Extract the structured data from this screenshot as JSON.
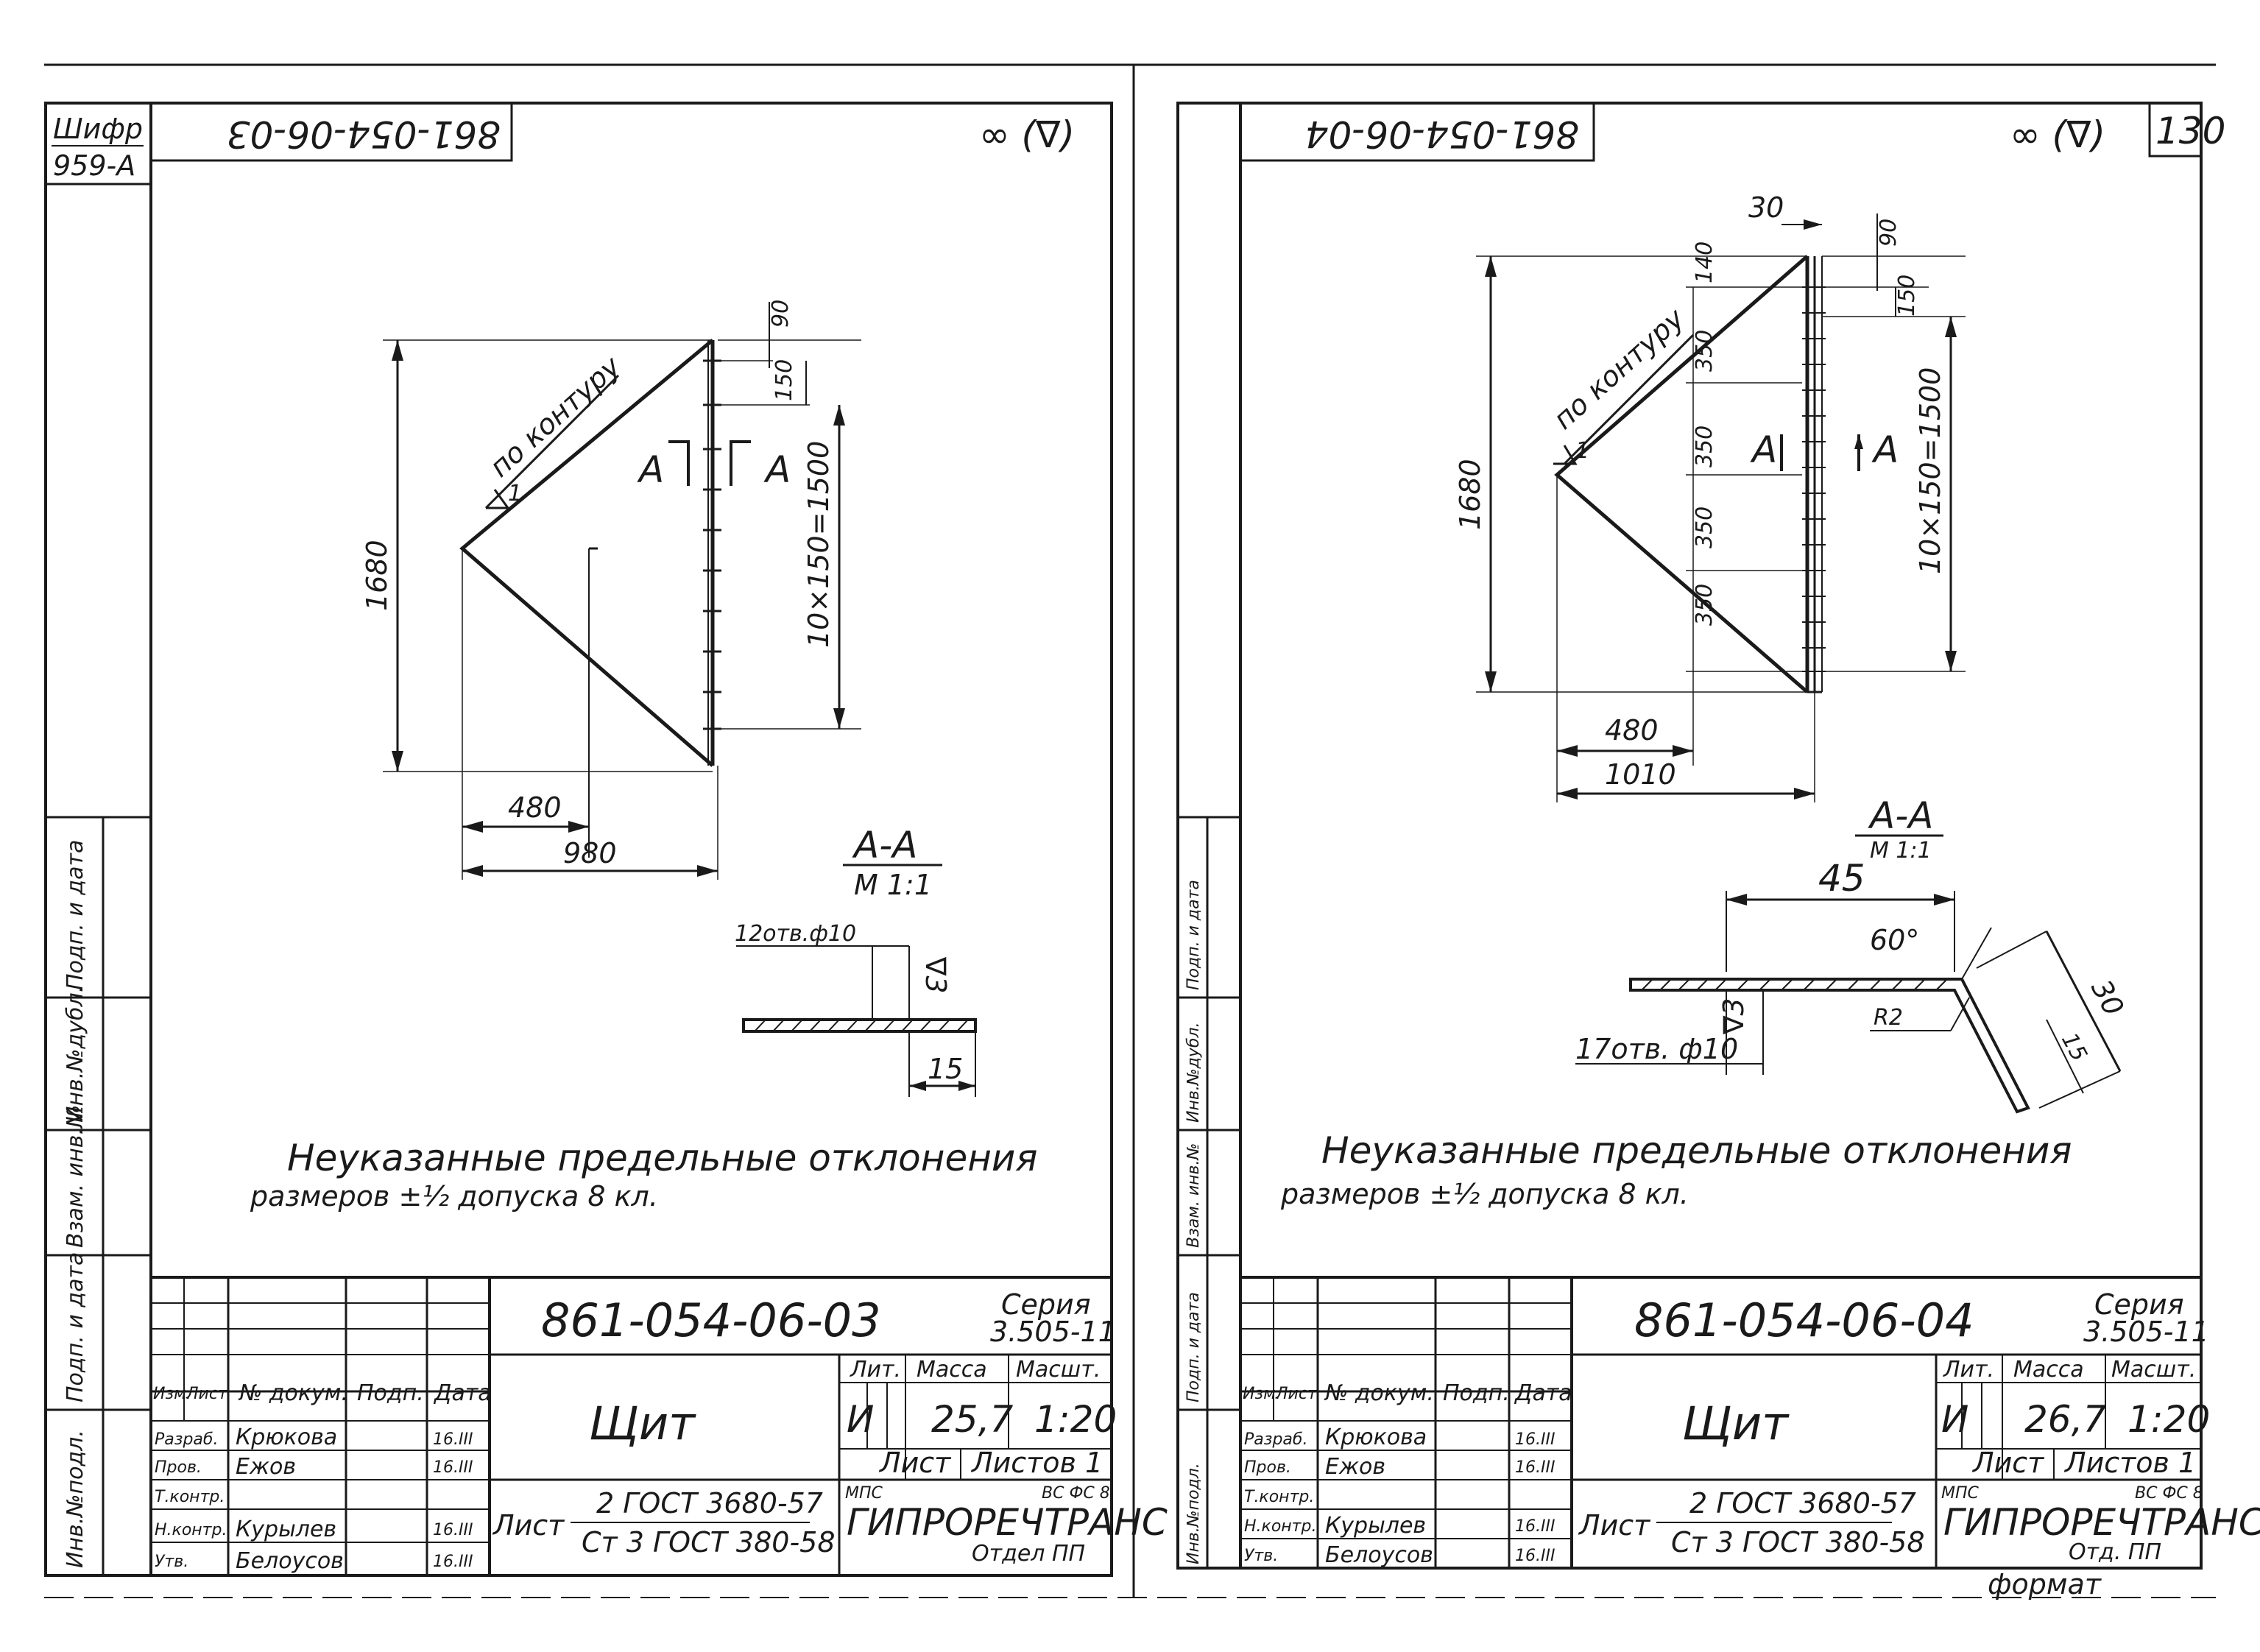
{
  "side_strip": {
    "shifr_label": "Шифр",
    "shifr_value": "959-А",
    "left_column_labels": [
      "Подп. и дата",
      "Инв.№дубл.",
      "Взам. инв.№",
      "Подп. и дата",
      "Инв.№подл."
    ],
    "right_column_labels": [
      "Подп. и дата",
      "Инв.№дубл.",
      "Взам. инв.№",
      "Подп. и дата",
      "Инв.№подл."
    ]
  },
  "sheets": [
    {
      "id": "left",
      "top_code": "861-054-06-03",
      "roughness_mark": "∞ (∇)",
      "page_number": "",
      "dims": {
        "height": "1680",
        "width_short": "480",
        "width_long": "980",
        "top_offset": "90",
        "first_pitch": "150",
        "hole_pitch": "10×150=1500"
      },
      "weld_note": "по контуру",
      "weld_number": "1",
      "section_markers": [
        "А",
        "А"
      ],
      "section": {
        "title": "А-А",
        "scale": "М 1:1",
        "holes": "12отв.ф10",
        "roughness": "∇3",
        "dim": "15"
      },
      "note_line1": "Неуказанные предельные отклонения",
      "note_line2": "размеров ±½ допуска 8 кл.",
      "title_block": {
        "code": "861-054-06-03",
        "series_label": "Серия",
        "series_value": "3.505-11",
        "name": "Щит",
        "col_lit": "Лит.",
        "col_mass": "Масса",
        "col_scale": "Масшт.",
        "lit_value": "И",
        "mass": "25,7",
        "scale": "1:20",
        "sheet_label": "Лист",
        "sheets_label": "Листов 1",
        "material_label": "Лист",
        "material_1": "2 ГОСТ 3680-57",
        "material_2": "Ст 3 ГОСТ 380-58",
        "org_1": "МПС",
        "org_2": "ГИПРОРЕЧТРАНС",
        "org_3": "Отдел ПП",
        "org_small": "ВС ФС 8",
        "sig_headers": [
          "Изм.",
          "Лист",
          "№ докум.",
          "Подп.",
          "Дата"
        ],
        "sig_rows": [
          [
            "Разраб.",
            "Крюкова",
            "",
            "16.III"
          ],
          [
            "Пров.",
            "Ежов",
            "",
            "16.III"
          ],
          [
            "Т.контр.",
            "",
            "",
            ""
          ],
          [
            "",
            "",
            "",
            ""
          ],
          [
            "Н.контр.",
            "Курылев",
            "",
            "16.III"
          ],
          [
            "Утв.",
            "Белоусов",
            "",
            "16.III"
          ]
        ]
      }
    },
    {
      "id": "right",
      "top_code": "861-054-06-04",
      "roughness_mark": "∞ (∇)",
      "page_number": "130",
      "dims": {
        "height": "1680",
        "width_short": "480",
        "width_long": "1010",
        "top_offset": "90",
        "first_pitch": "150",
        "hole_pitch": "10×150=1500",
        "top_width": "30",
        "vertical_140": "140",
        "vertical_350": [
          "350",
          "350",
          "350",
          "350"
        ]
      },
      "weld_note": "по контуру",
      "weld_number": "1",
      "section_markers": [
        "А",
        "А"
      ],
      "section": {
        "title": "А-А",
        "scale": "М 1:1",
        "holes": "17отв. ф10",
        "roughness": "∇3",
        "dim_45": "45",
        "angle": "60°",
        "dim_30": "30",
        "dim_15": "15",
        "radius": "R2"
      },
      "note_line1": "Неуказанные предельные отклонения",
      "note_line2": "размеров ±½ допуска 8 кл.",
      "footer_note": "формат",
      "title_block": {
        "code": "861-054-06-04",
        "series_label": "Серия",
        "series_value": "3.505-11",
        "name": "Щит",
        "col_lit": "Лит.",
        "col_mass": "Масса",
        "col_scale": "Масшт.",
        "lit_value": "И",
        "mass": "26,7",
        "scale": "1:20",
        "sheet_label": "Лист",
        "sheets_label": "Листов 1",
        "material_label": "Лист",
        "material_1": "2 ГОСТ 3680-57",
        "material_2": "Ст 3 ГОСТ 380-58",
        "org_1": "МПС",
        "org_2": "ГИПРОРЕЧТРАНС",
        "org_3": "Отд. ПП",
        "org_small": "ВС ФС 8",
        "sig_headers": [
          "Изм.",
          "Лист",
          "№ докум.",
          "Подп.",
          "Дата"
        ],
        "sig_rows": [
          [
            "Разраб.",
            "Крюкова",
            "",
            "16.III"
          ],
          [
            "Пров.",
            "Ежов",
            "",
            "16.III"
          ],
          [
            "Т.контр.",
            "",
            "",
            ""
          ],
          [
            "",
            "",
            "",
            ""
          ],
          [
            "Н.контр.",
            "Курылев",
            "",
            "16.III"
          ],
          [
            "Утв.",
            "Белоусов",
            "",
            "16.III"
          ]
        ]
      }
    }
  ]
}
